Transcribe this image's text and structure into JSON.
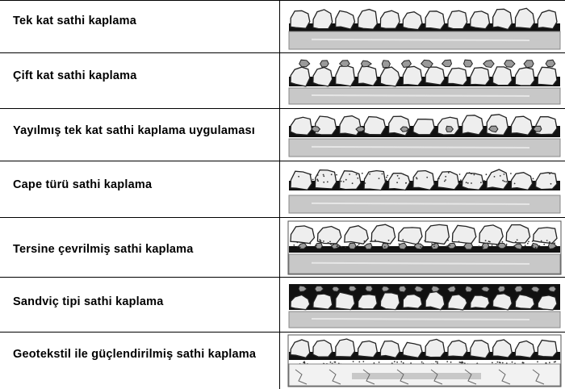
{
  "rows": [
    {
      "label": "Tek kat sathi kaplama",
      "type": "tek-kat"
    },
    {
      "label": "Çift kat sathi kaplama",
      "type": "cift-kat"
    },
    {
      "label": "Yayılmış tek kat sathi kaplama uygulaması",
      "type": "yayilmis"
    },
    {
      "label": "Cape türü sathi kaplama",
      "type": "cape"
    },
    {
      "label": "Tersine çevrilmiş sathi kaplama",
      "type": "tersine"
    },
    {
      "label": "Sandviç tipi sathi kaplama",
      "type": "sandvic"
    },
    {
      "label": "Geotekstil ile güçlendirilmiş sathi kaplama",
      "type": "geotekstil"
    }
  ],
  "colors": {
    "stone": "#eeeeee",
    "stone_outline": "#222222",
    "binder": "#111111",
    "base": "#c8c8c8",
    "chip": "#9a9a9a"
  }
}
